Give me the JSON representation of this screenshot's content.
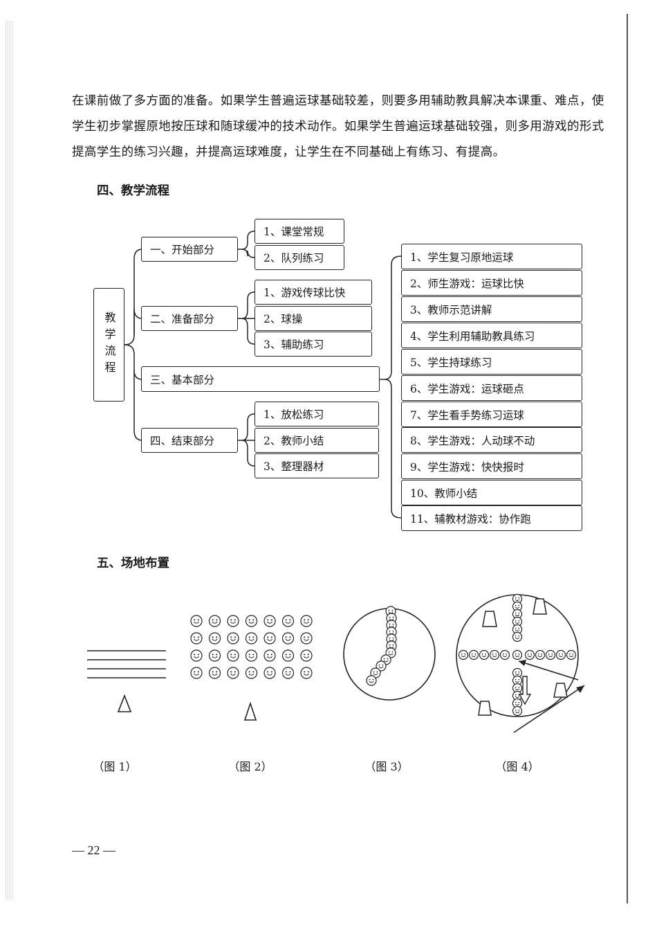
{
  "body_text": "在课前做了多方面的准备。如果学生普遍运球基础较差，则要多用辅助教具解决本课重、难点，使学生初步掌握原地按压球和随球缓冲的技术动作。如果学生普遍运球基础较强，则多用游戏的形式提高学生的练习兴趣，并提高运球难度，让学生在不同基础上有练习、有提高。",
  "section4": {
    "title": "四、教学流程",
    "root_label": "教学流程",
    "parts": [
      {
        "label": "一、开始部分",
        "items": [
          "1、课堂常规",
          "2、队列练习"
        ]
      },
      {
        "label": "二、准备部分",
        "items": [
          "1、游戏传球比快",
          "2、球操",
          "3、辅助练习"
        ]
      },
      {
        "label": "三、基本部分",
        "items": [
          "1、学生复习原地运球",
          "2、师生游戏：运球比快",
          "3、教师示范讲解",
          "4、学生利用辅助教具练习",
          "5、学生持球练习",
          "6、学生游戏：运球砸点",
          "7、学生看手势练习运球",
          "8、学生游戏：人动球不动",
          "9、学生游戏：快快报时",
          "10、教师小结",
          "11、辅教材游戏：协作跑"
        ]
      },
      {
        "label": "四、结束部分",
        "items": [
          "1、放松练习",
          "2、教师小结",
          "3、整理器材"
        ]
      }
    ]
  },
  "section5": {
    "title": "五、场地布置",
    "figures": [
      "（图 1）",
      "（图 2）",
      "（图 3）",
      "（图 4）"
    ]
  },
  "footer": {
    "page_number": "— 22 —"
  }
}
